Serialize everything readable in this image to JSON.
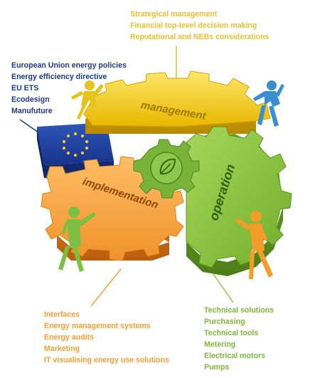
{
  "colors": {
    "management": "#F2C71A",
    "eu": "#1E3F9A",
    "implementation": "#F5A23C",
    "operation": "#8DC63F",
    "figure_green": "#7BC043",
    "figure_orange": "#F39C2A",
    "figure_blue": "#3B8FD0",
    "figure_yellow": "#E6C31A"
  },
  "management": {
    "label": "management",
    "items": [
      "Strategical management",
      "Financial top-level decision making",
      "Reputational and NEBs considerations"
    ]
  },
  "eu": {
    "items": [
      "European Union energy policies",
      "Energy efficiency directive",
      "EU ETS",
      "Ecodesign",
      "Manufuture"
    ]
  },
  "implementation": {
    "label": "implementation",
    "items": [
      "Interfaces",
      "Energy management systems",
      "Energy audits",
      "Marketing",
      "IT visualising energy use solutions"
    ]
  },
  "operation": {
    "label": "operation",
    "items": [
      "Technical solutions",
      "Purchasing",
      "Technical tools",
      "Metering",
      "Electrical motors",
      "Pumps"
    ]
  },
  "icons": {
    "center": "leaf-icon",
    "flag": "eu-flag-icon",
    "figures": [
      "person-pushing-icon",
      "person-pulling-icon"
    ]
  }
}
